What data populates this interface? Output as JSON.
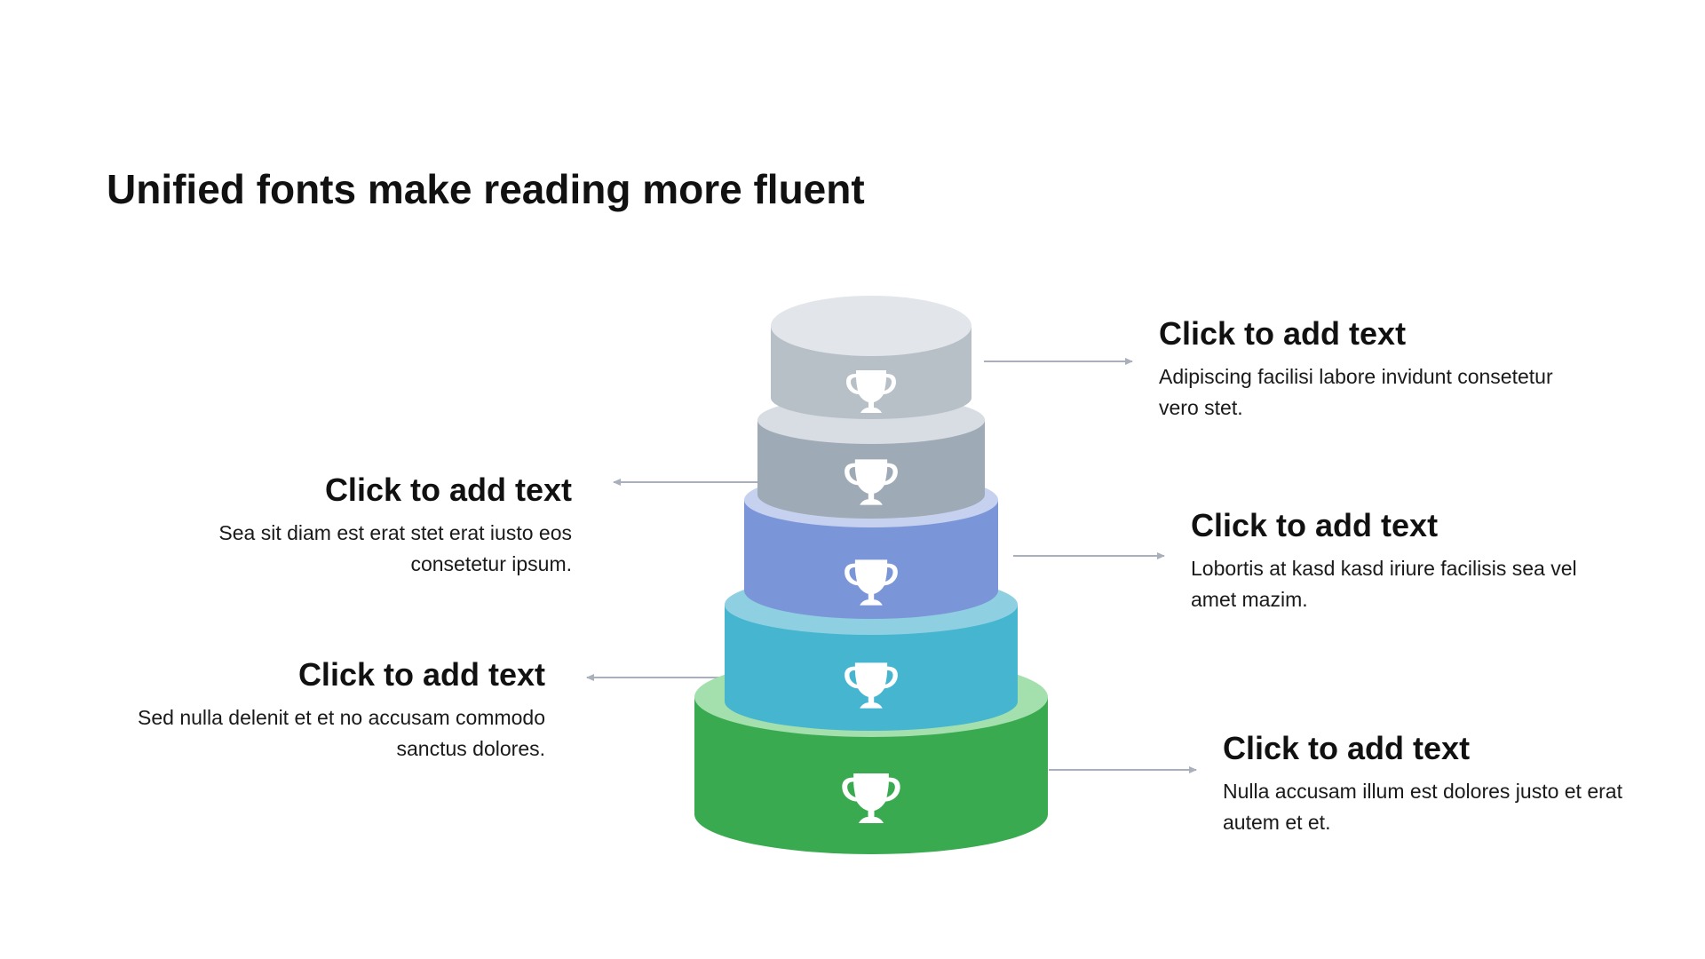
{
  "title": "Unified fonts make reading more fluent",
  "colors": {
    "tier_1": "#b7bfc7",
    "tier_2": "#9eaab5",
    "tier_3": "#7b96d8",
    "tier_4": "#45b5d0",
    "tier_5": "#3aaa50",
    "arrow": "#a9afbb",
    "icon": "#ffffff"
  },
  "tiers": [
    {
      "icon": "trophy-icon"
    },
    {
      "icon": "trophy-icon"
    },
    {
      "icon": "trophy-icon"
    },
    {
      "icon": "trophy-icon"
    },
    {
      "icon": "trophy-icon"
    }
  ],
  "callouts": [
    {
      "title": "Click to add text",
      "desc": "Adipiscing facilisi labore invidunt consetetur vero stet."
    },
    {
      "title": "Click to add text",
      "desc": "Sea sit diam est erat stet erat iusto eos consetetur ipsum."
    },
    {
      "title": "Click to add text",
      "desc": "Lobortis at kasd kasd iriure facilisis sea vel amet mazim."
    },
    {
      "title": "Click to add text",
      "desc": "Sed nulla delenit et et no accusam commodo sanctus dolores."
    },
    {
      "title": "Click to add text",
      "desc": "Nulla accusam illum est dolores justo et erat autem et et."
    }
  ]
}
